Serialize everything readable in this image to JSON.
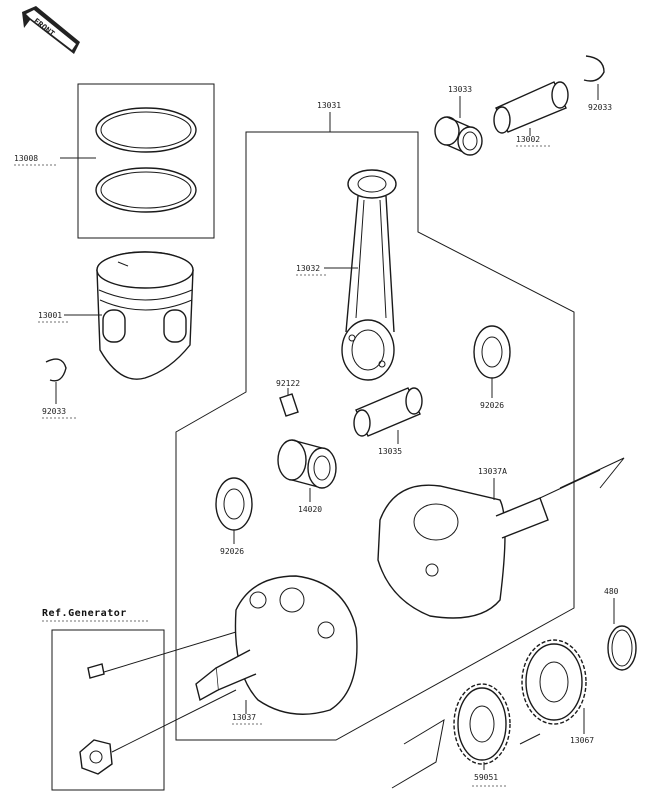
{
  "front_arrow": {
    "text": "FRONT"
  },
  "ref_title": "Ref.Generator",
  "labels": {
    "p13008": "13008",
    "p13001": "13001",
    "p92033a": "92033",
    "p13031": "13031",
    "p13032": "13032",
    "p13033": "13033",
    "p13002": "13002",
    "p92033b": "92033",
    "p92026a": "92026",
    "p92026b": "92026",
    "p92122": "92122",
    "p14020": "14020",
    "p13035": "13035",
    "p13037A": "13037A",
    "p13037": "13037",
    "p480": "480",
    "p13067": "13067",
    "p59051": "59051"
  }
}
